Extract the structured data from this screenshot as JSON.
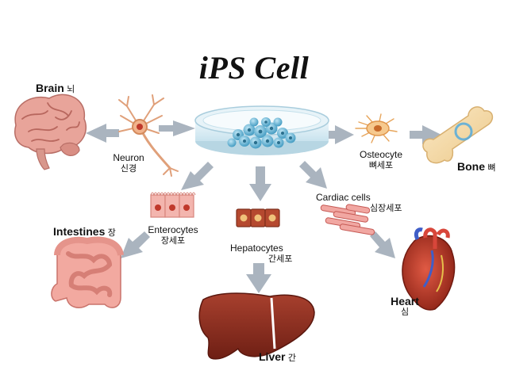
{
  "title": "iPS Cell",
  "organs": {
    "brain": {
      "en": "Brain",
      "ko": "뇌"
    },
    "bone": {
      "en": "Bone",
      "ko": "뼈"
    },
    "intestines": {
      "en": "Intestines",
      "ko": "장"
    },
    "heart": {
      "en": "Heart",
      "ko": "심"
    },
    "liver": {
      "en": "Liver",
      "ko": "간"
    }
  },
  "cells": {
    "neuron": {
      "en": "Neuron",
      "ko": "신경"
    },
    "osteocyte": {
      "en": "Osteocyte",
      "ko": "뼈세포"
    },
    "enterocytes": {
      "en": "Enterocytes",
      "ko": "장세포"
    },
    "hepatocytes": {
      "en": "Hepatocytes",
      "ko": "간세포"
    },
    "cardiac": {
      "en": "Cardiac cells",
      "ko": "심장세포"
    }
  },
  "colors": {
    "arrow": "#aab4bf",
    "brain": "#e8a49a",
    "liver": "#8a2a1c",
    "heart": "#b8362a",
    "bone": "#f4d9a8",
    "dish": "#d6ecf5",
    "cell": "#4aa8cc"
  }
}
